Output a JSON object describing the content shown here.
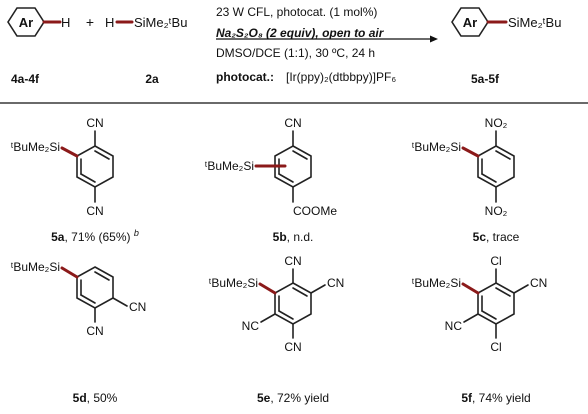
{
  "header": {
    "reactant1_ring": "Ar",
    "reactant1_h": "H",
    "plus": "+",
    "reactant2_h": "H",
    "reactant2_si": "SiMe₂ᵗBu",
    "cond_line1": "23 W CFL, photocat. (1 mol%)",
    "cond_line2": "Na₂S₂O₈ (2 equiv), open to air",
    "cond_line3": "DMSO/DCE (1:1),  30 ºC, 24 h",
    "product_ring": "Ar",
    "product_si": "SiMe₂ᵗBu",
    "label_reactant1": "4a-4f",
    "label_reactant2": "2a",
    "photocat_prefix": "photocat.:",
    "photocat_value": "[Ir(ppy)₂(dtbbpy)]PF₆",
    "label_product": "5a-5f"
  },
  "compounds": [
    {
      "id": "5a",
      "silyl": "ᵗBuMe₂Si",
      "sub_top": "CN",
      "sub_bottom": "CN",
      "caption": ", 71% (65%) ",
      "footnote": "b"
    },
    {
      "id": "5b",
      "silyl": "ᵗBuMe₂Si",
      "sub_top": "CN",
      "sub_bottom": "COOMe",
      "caption": ", n.d."
    },
    {
      "id": "5c",
      "silyl": "ᵗBuMe₂Si",
      "sub_top": "NO₂",
      "sub_bottom": "NO₂",
      "caption": ", trace"
    },
    {
      "id": "5d",
      "silyl": "ᵗBuMe₂Si",
      "sub_right": "CN",
      "sub_bottom": "CN",
      "caption": ", 50%"
    },
    {
      "id": "5e",
      "silyl": "ᵗBuMe₂Si",
      "sub_top": "CN",
      "sub_right": "CN",
      "sub_left": "NC",
      "sub_bottom": "CN",
      "caption": ", 72% yield"
    },
    {
      "id": "5f",
      "silyl": "ᵗBuMe₂Si",
      "sub_top": "Cl",
      "sub_right": "CN",
      "sub_left": "NC",
      "sub_bottom": "Cl",
      "caption": ", 74% yield"
    }
  ]
}
